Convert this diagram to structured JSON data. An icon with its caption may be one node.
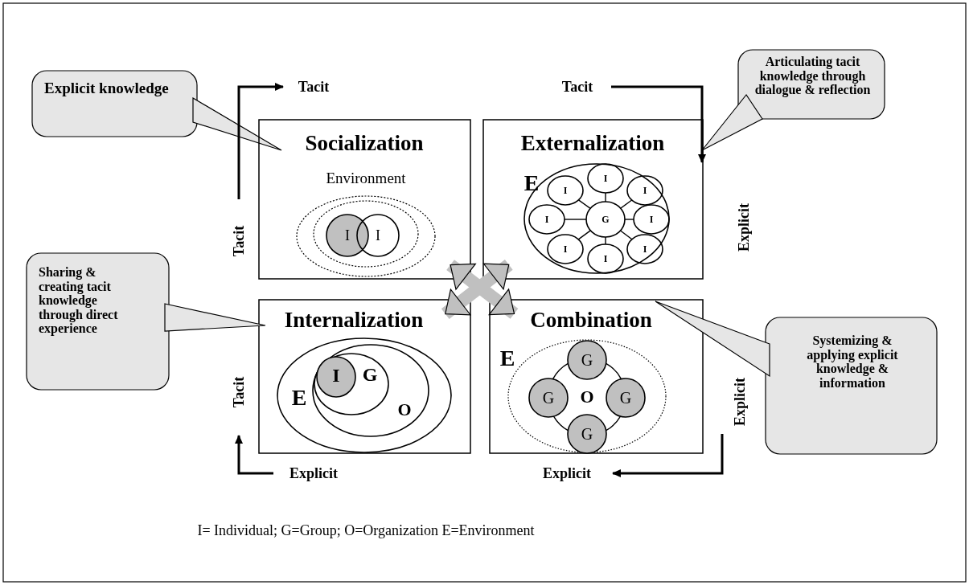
{
  "diagram": {
    "nodes": [
      {
        "text": [
          "Explicit knowledge"
        ]
      },
      {
        "text": [
          "Articulating tacit knowledge through dialogue & reflection"
        ]
      },
      {
        "text": [
          "Socialization"
        ]
      },
      {
        "text": [
          "Environment"
        ],
        "in": 2
      },
      {
        "text": [],
        "shape": "ellipse",
        "in": 3
      },
      {
        "text": [
          "I"
        ],
        "in": 4
      },
      {
        "text": [
          "I"
        ],
        "in": 4
      },
      {
        "text": [
          "Externalization"
        ]
      },
      {
        "text": [
          "E"
        ],
        "in": 7
      },
      {
        "text": [
          "G"
        ],
        "in": 8
      },
      {
        "text": [
          "I"
        ],
        "in": 8
      },
      {
        "text": [
          "I"
        ],
        "in": 8
      },
      {
        "text": [
          "I"
        ],
        "in": 8
      },
      {
        "text": [
          "I"
        ],
        "in": 8
      },
      {
        "text": [
          "I"
        ],
        "in": 8
      },
      {
        "text": [
          "I"
        ],
        "in": 8
      },
      {
        "text": [
          "I"
        ],
        "in": 8
      },
      {
        "text": [
          "I"
        ],
        "in": 8
      },
      {
        "text": [
          "Internalization"
        ]
      },
      {
        "text": [
          "E"
        ],
        "in": 18
      },
      {
        "text": [
          "O"
        ],
        "in": 19
      },
      {
        "text": [
          "G"
        ],
        "in": 20
      },
      {
        "text": [
          "I"
        ],
        "in": 21
      },
      {
        "text": [
          "Combination"
        ]
      },
      {
        "text": [
          "E"
        ],
        "in": 23
      },
      {
        "text": [
          "G"
        ],
        "in": 24
      },
      {
        "text": [
          "G"
        ],
        "in": 24
      },
      {
        "text": [
          "G"
        ],
        "in": 24
      },
      {
        "text": [
          "G"
        ],
        "in": 24
      },
      {
        "text": [
          "Sharing & creating tacit knowledge through direct experience"
        ]
      },
      {
        "text": [
          "Systemizing & applying explicit knowledge & information"
        ]
      }
    ],
    "edges": [
      {
        "from": 9,
        "to": 10,
        "arrow": "none"
      },
      {
        "from": 9,
        "to": 11,
        "arrow": "none"
      },
      {
        "from": 9,
        "to": 12,
        "arrow": "none"
      },
      {
        "from": 9,
        "to": 13,
        "arrow": "none"
      },
      {
        "from": 9,
        "to": 14,
        "arrow": "none"
      },
      {
        "from": 9,
        "to": 15,
        "arrow": "none"
      },
      {
        "from": 9,
        "to": 16,
        "arrow": "none"
      },
      {
        "from": 9,
        "to": 17,
        "arrow": "none"
      },
      {
        "from": 25,
        "to": 26,
        "arrow": "none"
      },
      {
        "from": 25,
        "to": 27,
        "arrow": "none"
      },
      {
        "from": 26,
        "to": 28,
        "arrow": "none"
      },
      {
        "from": 27,
        "to": 28,
        "arrow": "none"
      },
      {
        "from": 2,
        "to": 23,
        "arrow": "both",
        "style": "thick",
        "color": "#c0c0c0"
      },
      {
        "from": 7,
        "to": 18,
        "arrow": "both",
        "style": "thick",
        "color": "#c0c0c0"
      }
    ],
    "labels": [
      "Tacit",
      "Tacit",
      "Explicit",
      "Tacit",
      "Tacit",
      "O",
      "Explicit",
      "Explicit",
      "Explicit",
      "I= Individual; G=Group; O=Organization E=Environment"
    ]
  }
}
